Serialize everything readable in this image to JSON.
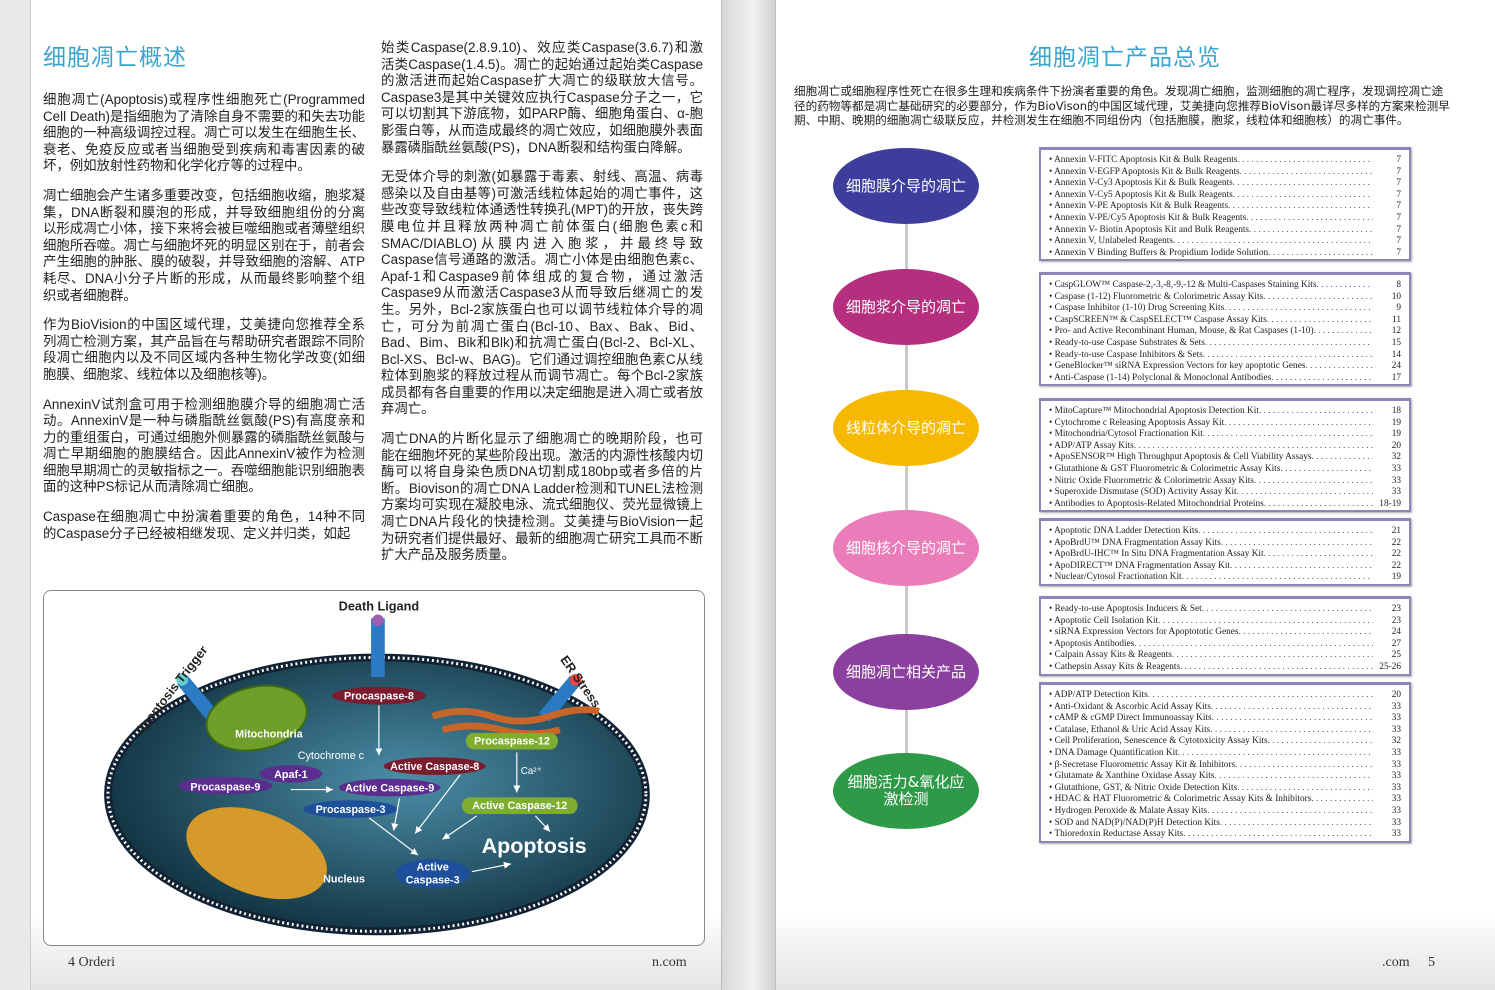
{
  "left_page": {
    "title": "细胞凋亡概述",
    "col1": [
      "细胞凋亡(Apoptosis)或程序性细胞死亡(Programmed Cell Death)是指细胞为了清除自身不需要的和失去功能细胞的一种高级调控过程。凋亡可以发生在细胞生长、衰老、免疫反应或者当细胞受到疾病和毒害因素的破坏，例如放射性药物和化学化疗等的过程中。",
      "凋亡细胞会产生诸多重要改变，包括细胞收缩，胞浆凝集，DNA断裂和膜泡的形成，并导致细胞组份的分离以形成凋亡小体，接下来将会被巨噬细胞或者薄壁组织细胞所吞噬。凋亡与细胞坏死的明显区别在于，前者会产生细胞的肿胀、膜的破裂，并导致细胞的溶解、ATP耗尽、DNA小分子片断的形成，从而最终影响整个组织或者细胞群。",
      "作为BioVision的中国区域代理，艾美捷向您推荐全系列凋亡检测方案，其产品旨在与帮助研究者跟踪不同阶段凋亡细胞内以及不同区域内各种生物化学改变(如细胞膜、细胞浆、线粒体以及细胞核等)。",
      "AnnexinV试剂盒可用于检测细胞膜介导的细胞凋亡活动。AnnexinV是一种与磷脂酰丝氨酸(PS)有高度亲和力的重组蛋白，可通过细胞外侧暴露的磷脂酰丝氨酸与凋亡早期细胞的胞膜结合。因此AnnexinV被作为检测细胞早期凋亡的灵敏指标之一。吞噬细胞能识别细胞表面的这种PS标记从而清除凋亡细胞。",
      "Caspase在细胞凋亡中扮演着重要的角色，14种不同的Caspase分子已经被相继发现、定义并归类，如起"
    ],
    "col2": [
      "始类Caspase(2.8.9.10)、效应类Caspase(3.6.7)和激活类Caspase(1.4.5)。凋亡的起始通过起始类Caspase的激活进而起始Caspase扩大凋亡的级联放大信号。Caspase3是其中关键效应执行Caspase分子之一，它可以切割其下游底物，如PARP酶、细胞角蛋白、α-胞影蛋白等，从而造成最终的凋亡效应，如细胞膜外表面暴露磷脂酰丝氨酸(PS)，DNA断裂和结构蛋白降解。",
      "无受体介导的刺激(如暴露于毒素、射线、高温、病毒感染以及自由基等)可激活线粒体起始的凋亡事件，这些改变导致线粒体通透性转换孔(MPT)的开放，丧失跨膜电位并且释放两种凋亡前体蛋白(细胞色素c和SMAC/DIABLO)从膜内进入胞浆，并最终导致Caspase信号通路的激活。凋亡小体是由细胞色素c、Apaf-1和Caspase9前体组成的复合物，通过激活Caspase9从而激活Caspase3从而导致后继凋亡的发生。另外，Bcl-2家族蛋白也可以调节线粒体介导的凋亡，可分为前凋亡蛋白(Bcl-10、Bax、Bak、Bid、Bad、Bim、Bik和Blk)和抗凋亡蛋白(Bcl-2、Bcl-XL、Bcl-XS、Bcl-w、BAG)。它们通过调控细胞色素C从线粒体到胞浆的释放过程从而调节凋亡。每个Bcl-2家族成员都有各自重要的作用以决定细胞是进入凋亡或者放弃凋亡。",
      "凋亡DNA的片断化显示了细胞凋亡的晚期阶段，也可能在细胞坏死的某些阶段出现。激活的内源性核酸内切酶可以将自身染色质DNA切割成180bp或者多倍的片断。Biovison的凋亡DNA Ladder检测和TUNEL法检测方案均可实现在凝胶电泳、流式细胞仪、荧光显微镜上凋亡DNA片段化的快捷检测。艾美捷与BioVision一起为研究者们提供最好、最新的细胞凋亡研究工具而不断扩大产品及服务质量。"
    ],
    "diagram": {
      "death_ligand": "Death Ligand",
      "apoptosis_trigger": "Apoptosis Trigger",
      "er_stress": "ER Stress",
      "mitochondria": "Mitochondria",
      "cytochrome_c": "Cytochrome c",
      "apaf1": "Apaf-1",
      "procaspase9": "Procaspase-9",
      "active_caspase9": "Active Caspase-9",
      "procaspase8": "Procaspase-8",
      "active_caspase8": "Active Caspase-8",
      "procaspase3": "Procaspase-3",
      "active_caspase3_l1": "Active",
      "active_caspase3_l2": "Caspase-3",
      "procaspase12": "Procaspase-12",
      "active_caspase12": "Active Caspase-12",
      "ca": "Ca²⁺",
      "apoptosis": "Apoptosis",
      "nucleus": "Nucleus"
    },
    "footer_left": "4 Orderi",
    "footer_right": "n.com"
  },
  "right_page": {
    "title": "细胞凋亡产品总览",
    "intro": "细胞凋亡或细胞程序性死亡在很多生理和疾病条件下扮演者重要的角色。发现凋亡细胞，监测细胞的凋亡程序，发现调控凋亡途径的药物等都是凋亡基础研究的必要部分，作为BioVison的中国区域代理，艾美捷向您推荐BioVison最详尽多样的方案来检测早期、中期、晚期的细胞凋亡级联反应，并检测发生在细胞不同组份内（包括胞膜，胞浆，线粒体和细胞核）的凋亡事件。",
    "categories": [
      {
        "label": "细胞膜介导的凋亡",
        "color": "#3d3e9c"
      },
      {
        "label": "细胞浆介导的凋亡",
        "color": "#b52f7e"
      },
      {
        "label": "线粒体介导的凋亡",
        "color": "#f6b800"
      },
      {
        "label": "细胞核介导的凋亡",
        "color": "#e97cb9"
      },
      {
        "label": "细胞凋亡相关产品",
        "color": "#8b3f9e"
      },
      {
        "label": "细胞活力&氧化应激检测",
        "color": "#2e9a48"
      }
    ],
    "lists": [
      [
        {
          "n": "• Annexin V-FITC Apoptosis Kit & Bulk Reagents",
          "p": "7"
        },
        {
          "n": "• Annexin V-EGFP Apoptosis Kit & Bulk Reagents",
          "p": "7"
        },
        {
          "n": "• Annexin V-Cy3 Apoptosis Kit & Bulk Reagents",
          "p": "7"
        },
        {
          "n": "• Annexin V-Cy5 Apoptosis Kit & Bulk Reagents",
          "p": "7"
        },
        {
          "n": "• Annexin V-PE Apoptosis Kit & Bulk Reagents",
          "p": "7"
        },
        {
          "n": "• Annexin V-PE/Cy5 Apoptosis Kit & Bulk Reagents",
          "p": "7"
        },
        {
          "n": "• Annexin V- Biotin Apoptosis Kit and Bulk Reagents",
          "p": "7"
        },
        {
          "n": "• Annexin V, Unlabeled Reagents",
          "p": "7"
        },
        {
          "n": "• Annexin V Binding Buffers & Propidium Iodide Solution",
          "p": "7"
        }
      ],
      [
        {
          "n": "• CaspGLOW™ Caspase-2,-3,-8,-9,-12 & Multi-Caspases Staining Kits",
          "p": "8"
        },
        {
          "n": "• Caspase (1-12) Fluorometric & Colorimetric Assay Kits",
          "p": "10"
        },
        {
          "n": "• Caspase Inhibitor (1-10) Drug Screening Kits",
          "p": "9"
        },
        {
          "n": "• CaspSCREEN™ & CaspSELECT™ Caspase Assay Kits",
          "p": "11"
        },
        {
          "n": "• Pro- and Active Recombinant Human, Mouse, & Rat Caspases (1-10)",
          "p": "12"
        },
        {
          "n": "• Ready-to-use Caspase Substrates & Sets",
          "p": "15"
        },
        {
          "n": "• Ready-to-use Caspase Inhibitors & Sets",
          "p": "14"
        },
        {
          "n": "• GeneBlocker™ siRNA Expression Vectors for key apoptotic Genes",
          "p": "24"
        },
        {
          "n": "• Anti-Caspase (1-14) Polyclonal & Monoclonal Antibodies",
          "p": "17"
        }
      ],
      [
        {
          "n": "• MitoCapture™ Mitochondrial Apoptosis Detection Kit",
          "p": "18"
        },
        {
          "n": "• Cytochrome c Releasing Apoptosis Assay Kit",
          "p": "19"
        },
        {
          "n": "• Mitochondria/Cytosol Fractionation Kit",
          "p": "19"
        },
        {
          "n": "• ADP/ATP Assay Kits",
          "p": "20"
        },
        {
          "n": "• ApoSENSOR™ High Throughput Apoptosis & Cell Viability Assays",
          "p": "32"
        },
        {
          "n": "• Glutathione & GST Fluorometric & Colorimetric Assay Kits",
          "p": "33"
        },
        {
          "n": "• Nitric Oxide Fluorometric & Colorimetric Assay Kits",
          "p": "33"
        },
        {
          "n": "• Superoxide Dismutase (SOD) Activity Assay Kit",
          "p": "33"
        },
        {
          "n": "• Antibodies to Apoptosis-Related Mitochondrial Proteins",
          "p": "18-19"
        }
      ],
      [
        {
          "n": "• Apoptotic DNA Ladder Detection Kits",
          "p": "21"
        },
        {
          "n": "• ApoBrdU™ DNA Fragmentation Assay Kits",
          "p": "22"
        },
        {
          "n": "• ApoBrdU-IHC™ In Situ DNA Fragmentation Assay Kit",
          "p": "22"
        },
        {
          "n": "• ApoDIRECT™ DNA Fragmentation Assay Kit",
          "p": "22"
        },
        {
          "n": "• Nuclear/Cytosol Fractionation Kit",
          "p": "19"
        }
      ],
      [
        {
          "n": "• Ready-to-use Apoptosis Inducers & Set",
          "p": "23"
        },
        {
          "n": "• Apoptotic Cell Isolation Kit",
          "p": "23"
        },
        {
          "n": "• siRNA Expression Vectors for Apoptototic Genes",
          "p": "24"
        },
        {
          "n": "• Apoptosis Antibodies",
          "p": "27"
        },
        {
          "n": "• Calpain Assay Kits & Reagents",
          "p": "25"
        },
        {
          "n": "• Cathepsin Assay Kits & Reagents",
          "p": "25-26"
        }
      ],
      [
        {
          "n": "• ADP/ATP Detection Kits",
          "p": "20"
        },
        {
          "n": "• Anti-Oxidant & Ascorbic Acid Assay Kits",
          "p": "33"
        },
        {
          "n": "• cAMP & cGMP Direct Immunoassay Kits",
          "p": "33"
        },
        {
          "n": "• Catalase, Ethanol & Uric Acid Assay Kits",
          "p": "33"
        },
        {
          "n": "• Cell Proliferation, Senescence & Cytotoxicity Assay Kits",
          "p": "32"
        },
        {
          "n": "• DNA Damage Quantification Kit",
          "p": "33"
        },
        {
          "n": "• β-Secretase Fluorometric Assay Kit & Inhibitors",
          "p": "33"
        },
        {
          "n": "• Glutamate & Xanthine Oxidase Assay Kits",
          "p": "33"
        },
        {
          "n": "• Glutathione, GST, & Nitric Oxide Detection Kits",
          "p": "33"
        },
        {
          "n": "• HDAC & HAT Fluorometric & Colorimetric Assay Kits & Inhibitors",
          "p": "33"
        },
        {
          "n": "• Hydrogen Peroxide & Malate Assay Kits",
          "p": "33"
        },
        {
          "n": "• SOD and NAD(P)/NAD(P)H Detection Kits",
          "p": "33"
        },
        {
          "n": "• Thioredoxin Reductase Assay Kits",
          "p": "33"
        }
      ]
    ],
    "footer": ".com",
    "page_number": "5"
  }
}
